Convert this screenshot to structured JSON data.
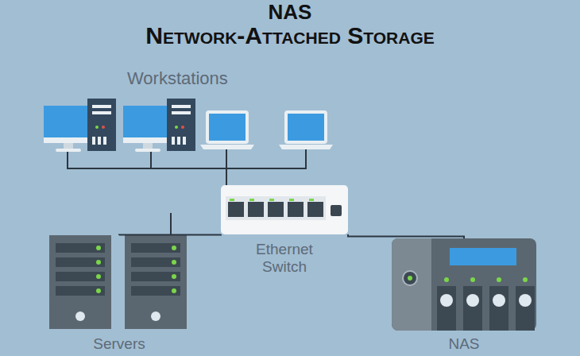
{
  "diagram": {
    "title": "NAS",
    "nodes": [
      {
        "text": [
          "Workstations"
        ]
      },
      {
        "text": [
          "Ethernet Switch"
        ]
      },
      {
        "text": [
          "Servers"
        ]
      },
      {
        "text": [
          "NAS"
        ]
      }
    ],
    "edges": [
      {
        "from": 0,
        "to": 1,
        "arrow": "none"
      },
      {
        "from": 1,
        "to": 2,
        "arrow": "none"
      },
      {
        "from": 1,
        "to": 3,
        "arrow": "none"
      }
    ],
    "labels": [
      "Network-Attached Storage"
    ]
  }
}
